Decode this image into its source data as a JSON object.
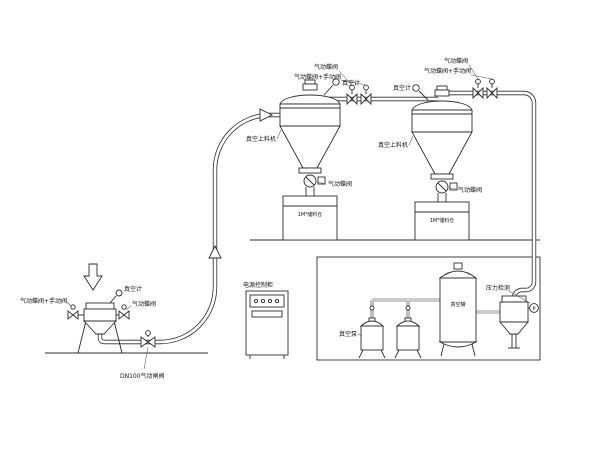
{
  "diagram": {
    "type": "vacuum-pneumatic-conveying-system-pid",
    "colors": {
      "line": "#2c2c2c",
      "background": "#ffffff"
    },
    "labels": {
      "top1_valve": "气动蝶阀",
      "top1_valve_manual": "气动蝶阀+手动阀",
      "top2_valve": "气动蝶阀",
      "top2_valve_manual": "气动蝶阀+手动阀",
      "cyclone1_name": "真空上料机",
      "cyclone1_gauge": "真空计",
      "cyclone1_valve": "气动蝶阀",
      "cyclone1_bin": "1M³储料仓",
      "cyclone2_name": "真空上料机",
      "cyclone2_gauge": "真空计",
      "cyclone2_valve": "气动蝶阀",
      "cyclone2_bin": "1M³储料仓",
      "cabinet": "电源控制柜",
      "vacuum_pump": "真空泵",
      "vacuum_tank": "真空罐",
      "pressure_check": "压力检测",
      "pressure_tag": "P",
      "feeder_valve_manual": "气动蝶阀+手动阀",
      "feeder_gauge": "真空计",
      "feeder_valve": "气动蝶阀",
      "gate_valve": "DN100气动闸阀"
    }
  }
}
